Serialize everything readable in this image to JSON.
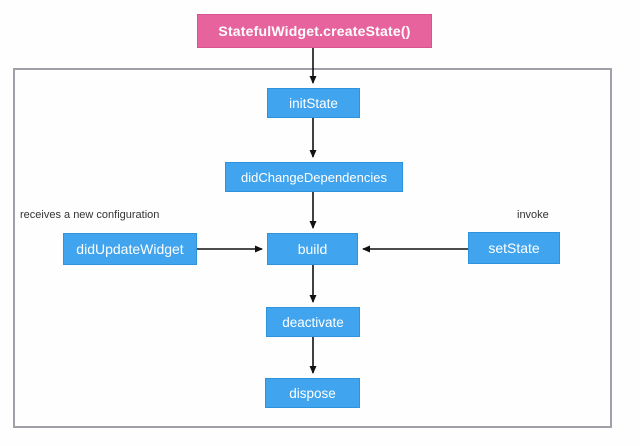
{
  "nodes": {
    "createState": {
      "label": "StatefulWidget.createState()"
    },
    "initState": {
      "label": "initState"
    },
    "didChangeDependencies": {
      "label": "didChangeDependencies"
    },
    "didUpdateWidget": {
      "label": "didUpdateWidget"
    },
    "build": {
      "label": "build"
    },
    "setState": {
      "label": "setState"
    },
    "deactivate": {
      "label": "deactivate"
    },
    "dispose": {
      "label": "dispose"
    }
  },
  "annotations": {
    "didUpdateWidget": "receives a new configuration",
    "setState": "invoke"
  },
  "edges": [
    {
      "from": "createState",
      "to": "initState"
    },
    {
      "from": "initState",
      "to": "didChangeDependencies"
    },
    {
      "from": "didChangeDependencies",
      "to": "build"
    },
    {
      "from": "didUpdateWidget",
      "to": "build"
    },
    {
      "from": "setState",
      "to": "build"
    },
    {
      "from": "build",
      "to": "deactivate"
    },
    {
      "from": "deactivate",
      "to": "dispose"
    }
  ],
  "colors": {
    "pink": "#e7639d",
    "pink_border": "#d9538f",
    "blue": "#41a4ee",
    "blue_border": "#2e93dd",
    "arrow": "#111111",
    "container_border": "#a0a0a8",
    "node_text": "#ffffff",
    "label_text": "#333333",
    "background": "#fefefe"
  }
}
